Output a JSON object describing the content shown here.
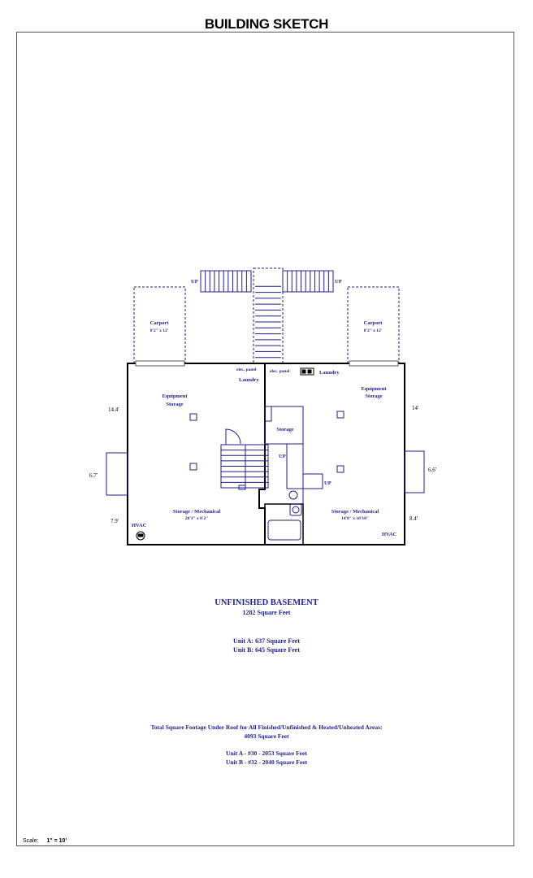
{
  "title": "BUILDING SKETCH",
  "plan": {
    "up_left": "UP",
    "up_right": "UP",
    "carport_left": {
      "name": "Carport",
      "size": "8'2\" x 12'"
    },
    "carport_right": {
      "name": "Carport",
      "size": "8'2\" x 12'"
    },
    "elec_panel_a": "elec. panel",
    "elec_panel_b": "elec. panel",
    "laundry_a": "Laundry",
    "laundry_b": "Laundry",
    "equip_a": [
      "Equipment",
      "Storage"
    ],
    "equip_b": [
      "Equipment",
      "Storage"
    ],
    "storage": "Storage",
    "up_stairs_b": "UP",
    "up_stairs_b2": "UP",
    "storage_mech_a": {
      "name": "Storage / Mechanical",
      "size": "20'3\" x 8'2\""
    },
    "storage_mech_b": {
      "name": "Storage / Mechanical",
      "size": "14'8\" x 10'10\""
    },
    "hvac_a": "HVAC",
    "hvac_b": "HVAC",
    "dims": {
      "left_top": "14.4'",
      "left_mid": "6.7'",
      "left_bottom": "7.9'",
      "right_top": "14'",
      "right_mid": "6.6'",
      "right_bottom": "8.4'"
    }
  },
  "summary": {
    "heading": "UNFINISHED BASEMENT",
    "total": "1282 Square Feet",
    "unit_a": "Unit A:  637 Square Feet",
    "unit_b": "Unit B:  645 Square Feet",
    "under_roof": "Total Square Footage Under Roof for All Finished/Unfinished & Heated/Unheated Areas:",
    "under_roof_total": "4093 Square Feet",
    "unit_a_total": "Unit A - #30 - 2053 Square Feet",
    "unit_b_total": "Unit B - #32 - 2040 Square Feet"
  },
  "scale": {
    "label": "Scale:",
    "value": "1\" = 10'"
  }
}
